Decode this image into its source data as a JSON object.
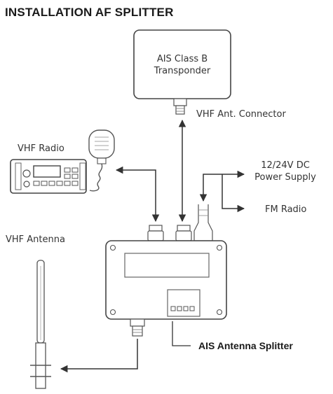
{
  "title": "INSTALLATION AF SPLITTER",
  "transponder": {
    "line1": "AIS Class B",
    "line2": "Transponder"
  },
  "labels": {
    "vhf_ant_connector": "VHF  Ant. Connector",
    "vhf_radio": "VHF Radio",
    "power_line1": "12/24V DC",
    "power_line2": "Power Supply",
    "fm_radio": "FM Radio",
    "vhf_antenna": "VHF Antenna",
    "splitter": "AIS Antenna Splitter"
  },
  "colors": {
    "line": "#333333",
    "device_fill": "#ffffff",
    "device_stroke": "#444444",
    "text": "#333333"
  }
}
